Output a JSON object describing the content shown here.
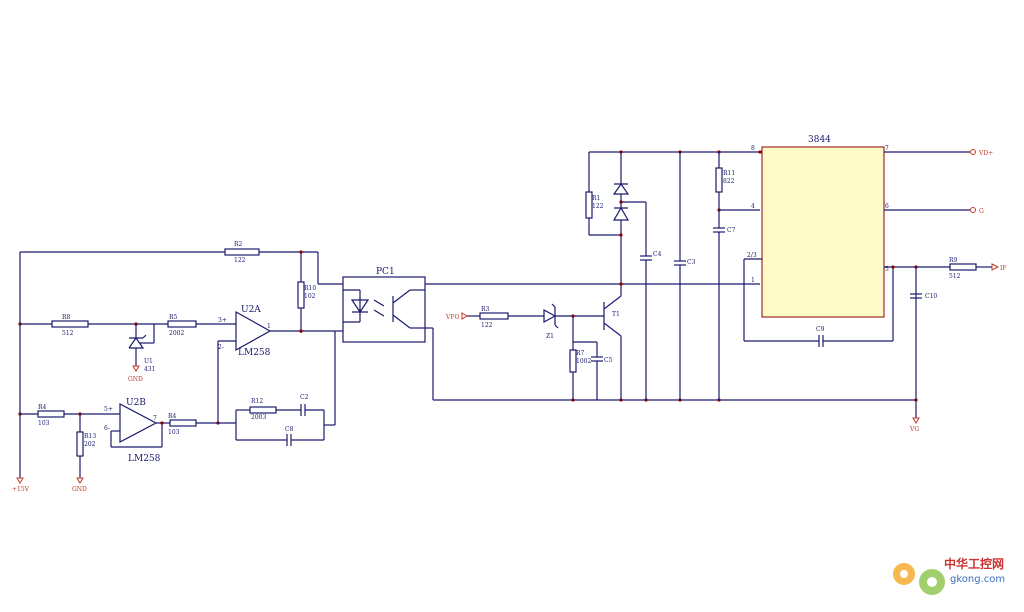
{
  "labels": {
    "pc1": "PC1",
    "ic": "3844",
    "u2a": "U2A",
    "u2a_part": "LM258",
    "u2b": "U2B",
    "u2b_part": "LM258",
    "r2": "R2",
    "r2v": "122",
    "r10": "R10",
    "r10v": "102",
    "r8": "R8",
    "r8v": "512",
    "r5": "R5",
    "r5v": "2002",
    "u1": "U1",
    "u1v": "431",
    "r4a": "R4",
    "r4av": "103",
    "r13": "R13",
    "r13v": "202",
    "r4b": "R4",
    "r4bv": "103",
    "r12": "R12",
    "r12v": "2003",
    "c2": "C2",
    "c8": "C8",
    "r1": "R1",
    "r1v": "122",
    "r3": "R3",
    "r3v": "122",
    "z1": "Z1",
    "t1": "T1",
    "r7": "R7",
    "r7v": "1002",
    "c5": "C5",
    "c4": "C4",
    "c3": "C3",
    "r11": "R11",
    "r11v": "822",
    "c7": "C7",
    "c9": "C9",
    "c10": "C10",
    "r9": "R9",
    "r9v": "512",
    "p8": "8",
    "p7": "7",
    "p4": "4",
    "p6": "6",
    "p23": "2/3",
    "p1": "1",
    "p5": "5",
    "pa1": "1",
    "pa3": "3+",
    "pa2": "2-",
    "pb7": "7",
    "pb5": "5+",
    "pb6": "6-"
  },
  "nets": {
    "vd_plus": "VD+",
    "g": "G",
    "if": "IF",
    "vfo": "VFO",
    "vg": "VG",
    "gnd1": "GND",
    "gnd2": "GND",
    "v15": "+15V"
  },
  "watermark": {
    "cn": "中华工控网",
    "domain": "gkong.com"
  }
}
